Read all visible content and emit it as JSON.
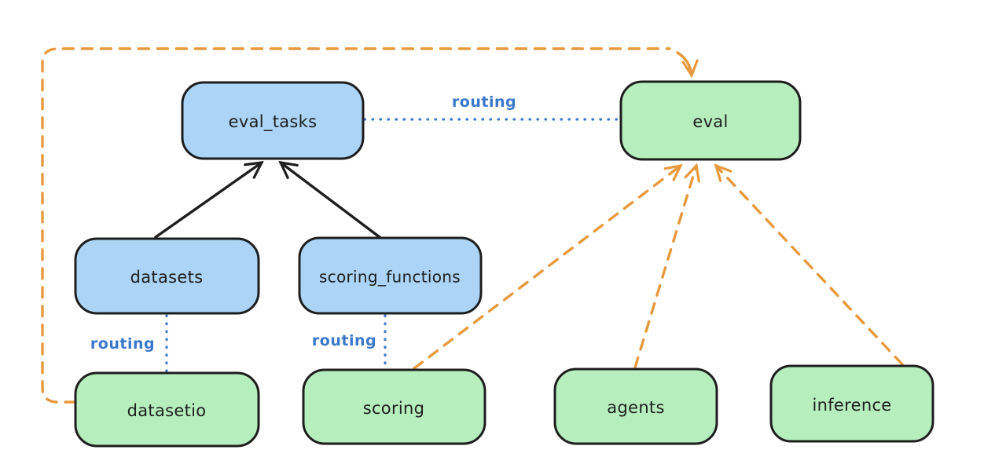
{
  "diagram": {
    "background": "#ffffff",
    "colors": {
      "node_blue_fill": "#abd4f6",
      "node_green_fill": "#b6efbd",
      "node_border": "#1e1e1e",
      "routing_blue": "#3a78cb",
      "orange_dashed": "#e8993d",
      "black_arrow": "#1e1e1e"
    },
    "nodes": [
      {
        "id": "eval_tasks",
        "label": "eval_tasks",
        "color": "blue"
      },
      {
        "id": "eval",
        "label": "eval",
        "color": "green"
      },
      {
        "id": "datasets",
        "label": "datasets",
        "color": "blue"
      },
      {
        "id": "scoring_functions",
        "label": "scoring_functions",
        "color": "blue"
      },
      {
        "id": "datasetio",
        "label": "datasetio",
        "color": "green"
      },
      {
        "id": "scoring",
        "label": "scoring",
        "color": "green"
      },
      {
        "id": "agents",
        "label": "agents",
        "color": "green"
      },
      {
        "id": "inference",
        "label": "inference",
        "color": "green"
      }
    ],
    "edges": [
      {
        "from": "eval_tasks",
        "to": "eval",
        "style": "dotted-blue",
        "label": "routing"
      },
      {
        "from": "datasets",
        "to": "datasetio",
        "style": "dotted-blue",
        "label": "routing"
      },
      {
        "from": "scoring_functions",
        "to": "scoring",
        "style": "dotted-blue",
        "label": "routing"
      },
      {
        "from": "datasets",
        "to": "eval_tasks",
        "style": "solid-black-arrow",
        "label": ""
      },
      {
        "from": "scoring_functions",
        "to": "eval_tasks",
        "style": "solid-black-arrow",
        "label": ""
      },
      {
        "from": "datasetio",
        "to": "eval",
        "style": "dashed-orange-arrow",
        "label": ""
      },
      {
        "from": "scoring",
        "to": "eval",
        "style": "dashed-orange-arrow",
        "label": ""
      },
      {
        "from": "agents",
        "to": "eval",
        "style": "dashed-orange-arrow",
        "label": ""
      },
      {
        "from": "inference",
        "to": "eval",
        "style": "dashed-orange-arrow",
        "label": ""
      }
    ]
  }
}
